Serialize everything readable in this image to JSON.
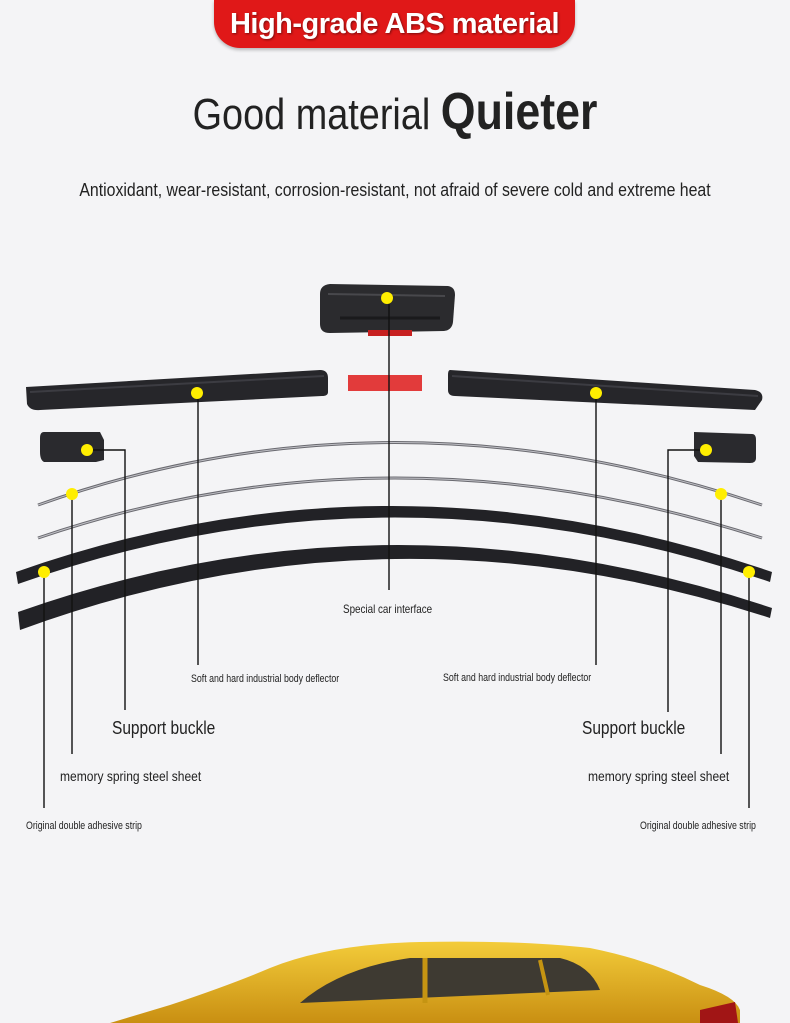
{
  "banner": {
    "text": "High-grade ABS material"
  },
  "headline": {
    "part1": "Good material",
    "part2": "Quieter"
  },
  "subline": "Antioxidant, wear-resistant, corrosion-resistant, not afraid of severe cold and extreme heat",
  "labels": {
    "center": "Special car interface",
    "deflector_left": "Soft and hard industrial body deflector",
    "deflector_right": "Soft and hard industrial body deflector",
    "buckle_left": "Support buckle",
    "buckle_right": "Support buckle",
    "spring_left": "memory spring steel sheet",
    "spring_right": "memory spring steel sheet",
    "adhesive_left": "Original double adhesive strip",
    "adhesive_right": "Original double adhesive strip"
  },
  "colors": {
    "banner_red": "#e01818",
    "marker_yellow": "#ffee00",
    "car_yellow": "#e8b41c"
  }
}
